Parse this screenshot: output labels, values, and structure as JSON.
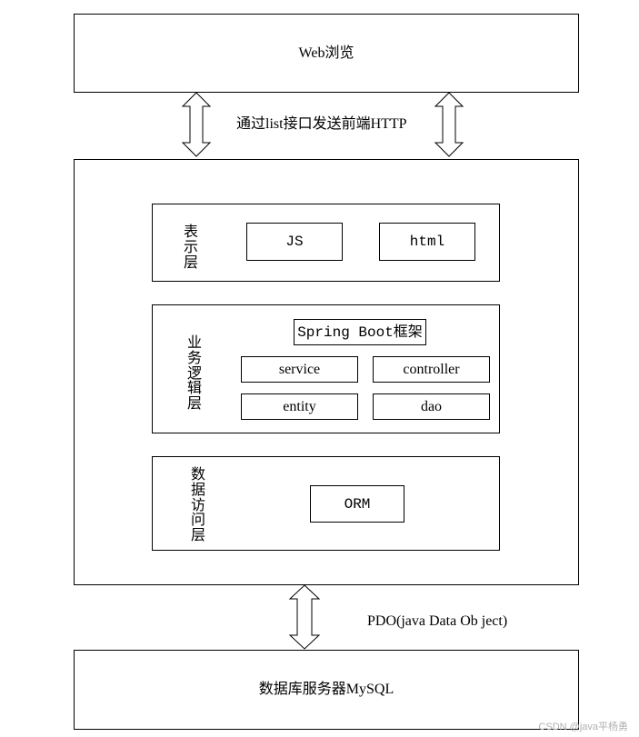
{
  "web_box": {
    "label": "Web浏览"
  },
  "top_connector": {
    "label": "通过list接口发送前端HTTP"
  },
  "presentation_layer": {
    "title": "表示层",
    "items": [
      "JS",
      "html"
    ]
  },
  "business_layer": {
    "title": "业务逻辑层",
    "framework": "Spring Boot框架",
    "items": [
      "service",
      "controller",
      "entity",
      "dao"
    ]
  },
  "data_access_layer": {
    "title": "数据访问层",
    "items": [
      "ORM"
    ]
  },
  "bottom_connector": {
    "label": "PDO(java Data Ob ject)"
  },
  "database_box": {
    "label": "数据库服务器MySQL"
  },
  "watermark": "CSDN @java平杨勇"
}
